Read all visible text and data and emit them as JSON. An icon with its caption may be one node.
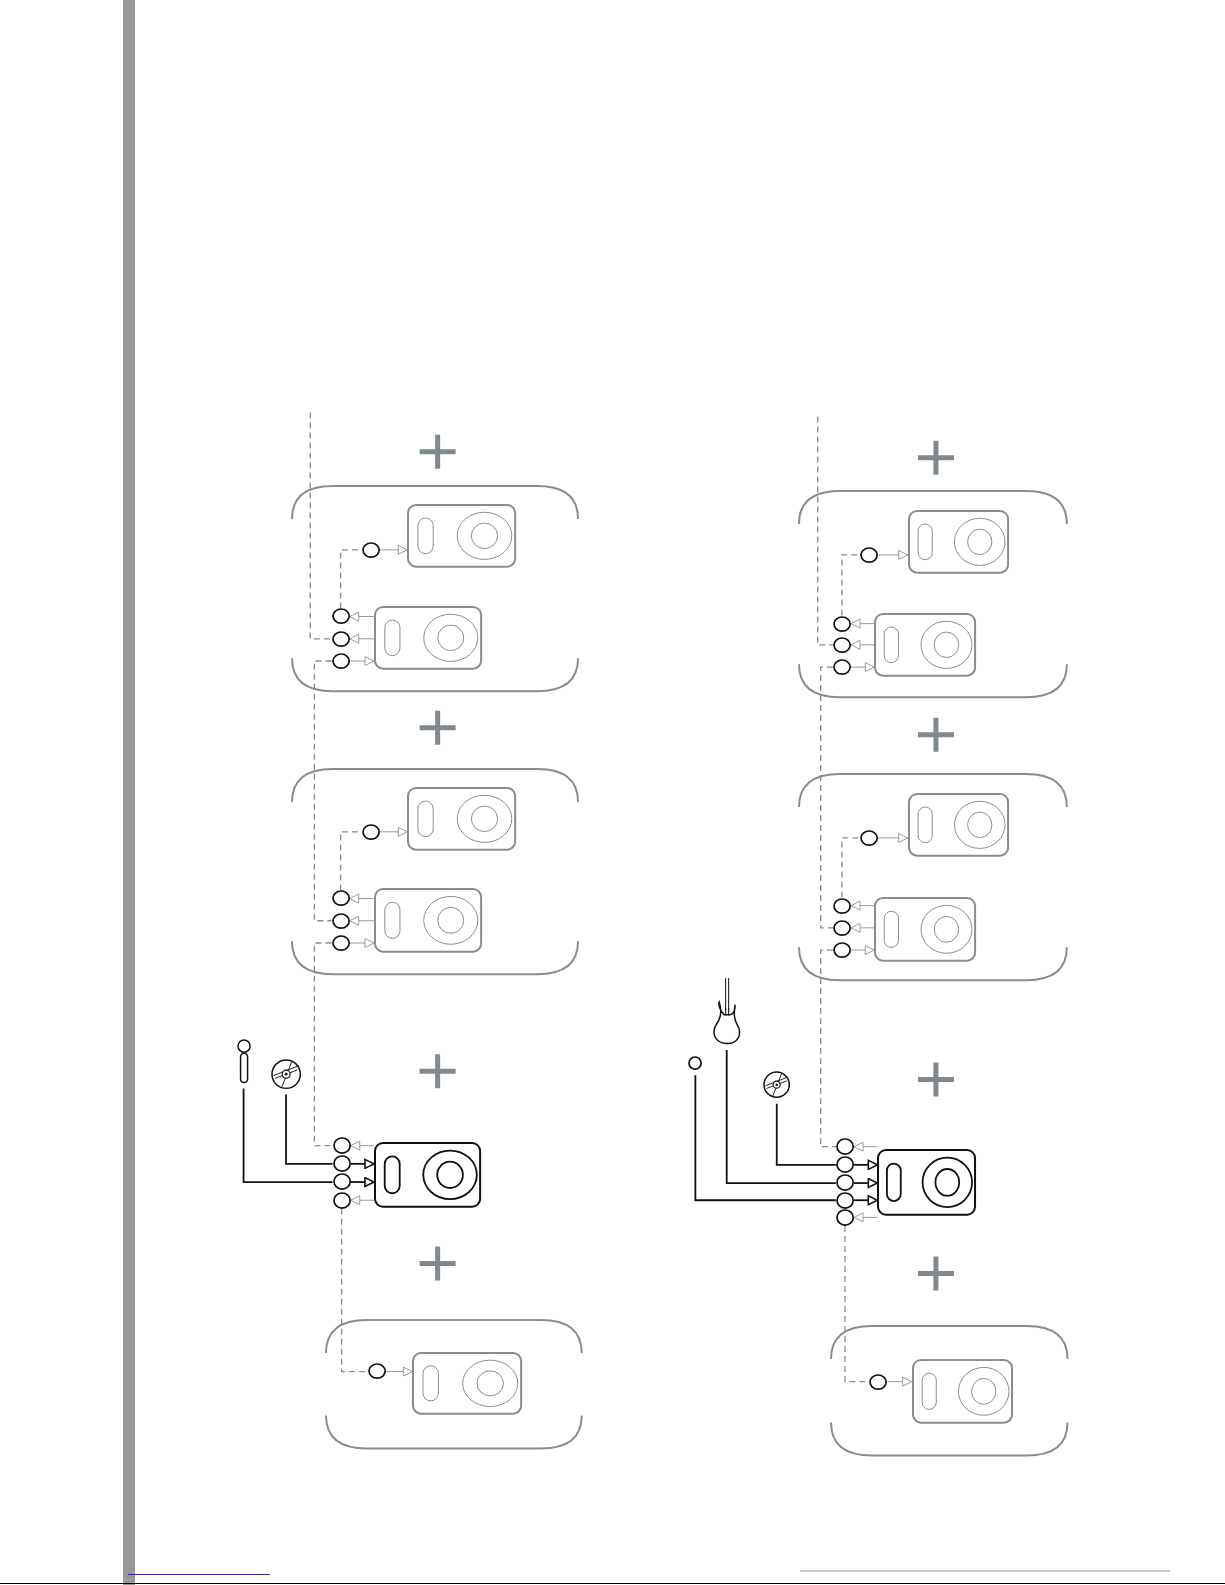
{
  "diagram": {
    "nodes": [
      {
        "text": [],
        "shape": "box"
      },
      {
        "text": [],
        "shape": "speaker",
        "in": 0
      },
      {
        "text": [],
        "shape": "circle",
        "in": 0
      },
      {
        "text": [],
        "shape": "speaker",
        "in": 0
      },
      {
        "text": [],
        "shape": "circle",
        "in": 0
      },
      {
        "text": [],
        "shape": "circle",
        "in": 0
      },
      {
        "text": [],
        "shape": "circle",
        "in": 0
      },
      {
        "text": [],
        "shape": "box"
      },
      {
        "text": [],
        "shape": "speaker",
        "in": 7
      },
      {
        "text": [],
        "shape": "circle",
        "in": 7
      },
      {
        "text": [],
        "shape": "speaker",
        "in": 7
      },
      {
        "text": [],
        "shape": "circle",
        "in": 7
      },
      {
        "text": [],
        "shape": "circle",
        "in": 7
      },
      {
        "text": [],
        "shape": "circle",
        "in": 7
      },
      {
        "text": [],
        "shape": "microphone"
      },
      {
        "text": [],
        "shape": "disc"
      },
      {
        "text": [],
        "shape": "speaker"
      },
      {
        "text": [],
        "shape": "circle"
      },
      {
        "text": [],
        "shape": "circle"
      },
      {
        "text": [],
        "shape": "circle"
      },
      {
        "text": [],
        "shape": "circle"
      },
      {
        "text": [],
        "shape": "box"
      },
      {
        "text": [],
        "shape": "speaker",
        "in": 21
      },
      {
        "text": [],
        "shape": "circle",
        "in": 21
      },
      {
        "text": [],
        "shape": "box"
      },
      {
        "text": [],
        "shape": "speaker",
        "in": 24
      },
      {
        "text": [],
        "shape": "circle",
        "in": 24
      },
      {
        "text": [],
        "shape": "speaker",
        "in": 24
      },
      {
        "text": [],
        "shape": "circle",
        "in": 24
      },
      {
        "text": [],
        "shape": "circle",
        "in": 24
      },
      {
        "text": [],
        "shape": "circle",
        "in": 24
      },
      {
        "text": [],
        "shape": "box"
      },
      {
        "text": [],
        "shape": "speaker",
        "in": 31
      },
      {
        "text": [],
        "shape": "circle",
        "in": 31
      },
      {
        "text": [],
        "shape": "speaker",
        "in": 31
      },
      {
        "text": [],
        "shape": "circle",
        "in": 31
      },
      {
        "text": [],
        "shape": "circle",
        "in": 31
      },
      {
        "text": [],
        "shape": "circle",
        "in": 31
      },
      {
        "text": [],
        "shape": "guitar"
      },
      {
        "text": [],
        "shape": "circle"
      },
      {
        "text": [],
        "shape": "disc"
      },
      {
        "text": [],
        "shape": "speaker"
      },
      {
        "text": [],
        "shape": "circle"
      },
      {
        "text": [],
        "shape": "circle"
      },
      {
        "text": [],
        "shape": "circle"
      },
      {
        "text": [],
        "shape": "circle"
      },
      {
        "text": [],
        "shape": "circle"
      },
      {
        "text": [],
        "shape": "box"
      },
      {
        "text": [],
        "shape": "speaker",
        "in": 47
      },
      {
        "text": [],
        "shape": "circle",
        "in": 47
      }
    ],
    "edges": [
      {
        "from": null,
        "to": 5,
        "arrow": "none",
        "style": "dashed"
      },
      {
        "from": 4,
        "to": 2,
        "arrow": "none",
        "style": "dashed"
      },
      {
        "from": 6,
        "to": 12,
        "arrow": "none",
        "style": "dashed"
      },
      {
        "from": 11,
        "to": 9,
        "arrow": "none",
        "style": "dashed"
      },
      {
        "from": 13,
        "to": 17,
        "arrow": "none",
        "style": "dashed"
      },
      {
        "from": 15,
        "to": 18,
        "arrow": "none",
        "color": "#111111"
      },
      {
        "from": 14,
        "to": 19,
        "arrow": "none",
        "color": "#111111"
      },
      {
        "from": 20,
        "to": 23,
        "arrow": "none",
        "style": "dashed"
      },
      {
        "from": null,
        "to": 29,
        "arrow": "none",
        "style": "dashed"
      },
      {
        "from": 28,
        "to": 26,
        "arrow": "none",
        "style": "dashed"
      },
      {
        "from": 30,
        "to": 36,
        "arrow": "none",
        "style": "dashed"
      },
      {
        "from": 35,
        "to": 33,
        "arrow": "none",
        "style": "dashed"
      },
      {
        "from": 37,
        "to": 42,
        "arrow": "none",
        "style": "dashed"
      },
      {
        "from": 40,
        "to": 43,
        "arrow": "none",
        "color": "#111111"
      },
      {
        "from": 38,
        "to": 44,
        "arrow": "none",
        "color": "#111111"
      },
      {
        "from": 39,
        "to": 45,
        "arrow": "none",
        "color": "#111111"
      },
      {
        "from": 46,
        "to": 49,
        "arrow": "none",
        "style": "dashed"
      },
      {
        "from": 2,
        "to": 1,
        "arrow": "to"
      },
      {
        "from": 3,
        "to": 4,
        "arrow": "to"
      },
      {
        "from": 3,
        "to": 5,
        "arrow": "to"
      },
      {
        "from": 6,
        "to": 3,
        "arrow": "to"
      },
      {
        "from": 9,
        "to": 8,
        "arrow": "to"
      },
      {
        "from": 10,
        "to": 11,
        "arrow": "to"
      },
      {
        "from": 10,
        "to": 12,
        "arrow": "to"
      },
      {
        "from": 13,
        "to": 10,
        "arrow": "to"
      },
      {
        "from": 16,
        "to": 17,
        "arrow": "to"
      },
      {
        "from": 18,
        "to": 16,
        "arrow": "to",
        "color": "#111111"
      },
      {
        "from": 19,
        "to": 16,
        "arrow": "to",
        "color": "#111111"
      },
      {
        "from": 16,
        "to": 20,
        "arrow": "to"
      },
      {
        "from": 23,
        "to": 22,
        "arrow": "to"
      },
      {
        "from": 26,
        "to": 25,
        "arrow": "to"
      },
      {
        "from": 27,
        "to": 28,
        "arrow": "to"
      },
      {
        "from": 27,
        "to": 29,
        "arrow": "to"
      },
      {
        "from": 30,
        "to": 27,
        "arrow": "to"
      },
      {
        "from": 33,
        "to": 32,
        "arrow": "to"
      },
      {
        "from": 34,
        "to": 35,
        "arrow": "to"
      },
      {
        "from": 34,
        "to": 36,
        "arrow": "to"
      },
      {
        "from": 37,
        "to": 34,
        "arrow": "to"
      },
      {
        "from": 41,
        "to": 42,
        "arrow": "to"
      },
      {
        "from": 43,
        "to": 41,
        "arrow": "to",
        "color": "#111111"
      },
      {
        "from": 44,
        "to": 41,
        "arrow": "to",
        "color": "#111111"
      },
      {
        "from": 45,
        "to": 41,
        "arrow": "to",
        "color": "#111111"
      },
      {
        "from": 41,
        "to": 46,
        "arrow": "to"
      },
      {
        "from": 49,
        "to": 48,
        "arrow": "to"
      }
    ]
  }
}
